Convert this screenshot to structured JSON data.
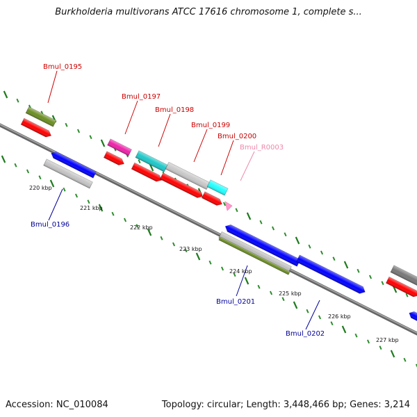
{
  "title": "Burkholderia multivorans ATCC 17616 chromosome 1, complete s...",
  "footer": {
    "accession": "Accession: NC_010084",
    "summary": "Topology: circular; Length: 3,448,466 bp; Genes: 3,214"
  },
  "colors": {
    "backbone": "#8a8a8a",
    "tick_major": "#1f7a1f",
    "tick_minor": "#2a8a2a",
    "label_forward": "#cc0000",
    "label_reverse": "#000099",
    "label_rna": "#ee88aa"
  },
  "kbp_labels": [
    "220 kbp",
    "221 kbp",
    "222 kbp",
    "223 kbp",
    "224 kbp",
    "225 kbp",
    "226 kbp",
    "227 kbp"
  ],
  "gene_labels": [
    "Bmul_0195",
    "Bmul_0196",
    "Bmul_0197",
    "Bmul_0198",
    "Bmul_0199",
    "Bmul_0200",
    "Bmul_R0003",
    "Bmul_0201",
    "Bmul_0202"
  ]
}
